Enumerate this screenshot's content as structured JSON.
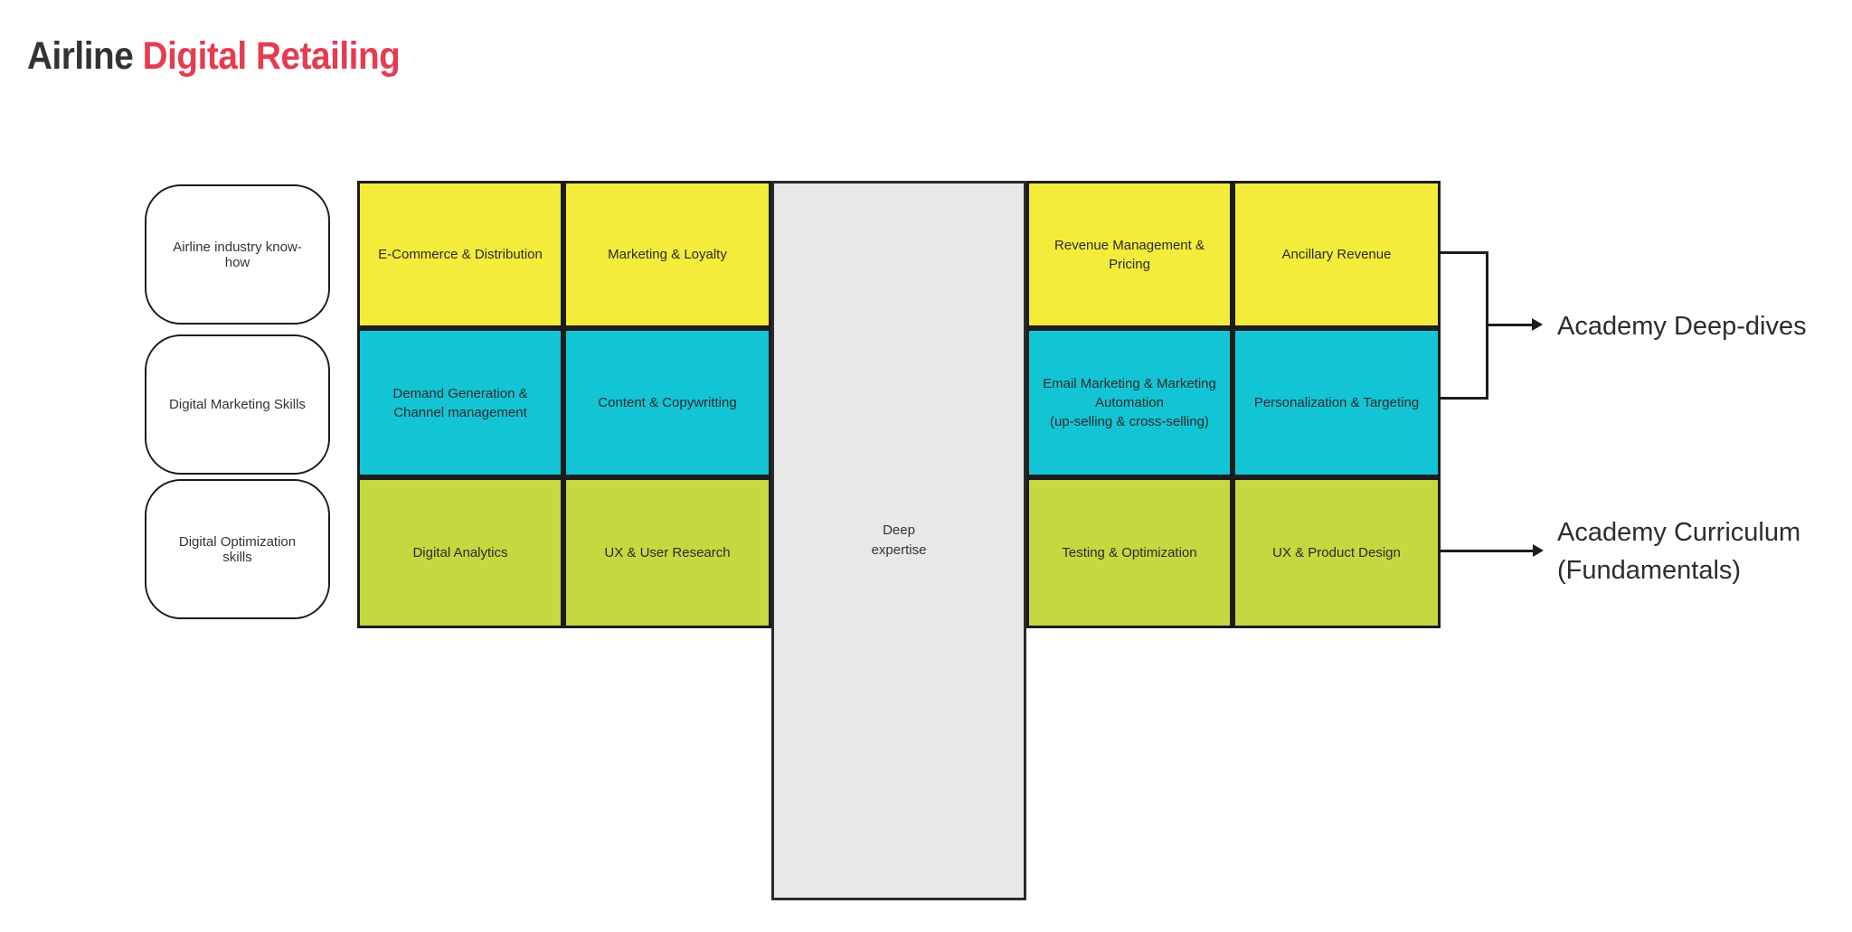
{
  "title": {
    "prefix": "Airline",
    "highlight": "Digital Retailing"
  },
  "colors": {
    "title_dark": "#333333",
    "title_accent": "#e43c50",
    "row_yellow": "#f4ec3b",
    "row_cyan": "#13c5d4",
    "row_green": "#c4d940",
    "center_gray": "#e8e8e8",
    "line_black": "#1c1c1c"
  },
  "matrix": {
    "rows": [
      {
        "category": "Airline industry know-how",
        "cells": [
          "E-Commerce & Distribution",
          "Marketing & Loyalty",
          "Revenue Management &\nPricing",
          "Ancillary Revenue"
        ]
      },
      {
        "category": "Digital Marketing Skills",
        "cells": [
          "Demand Generation &\nChannel management",
          "Content & Copywritting",
          "Email Marketing & Marketing\nAutomation\n(up-selling & cross-selling)",
          "Personalization & Targeting"
        ]
      },
      {
        "category": "Digital Optimization skills",
        "cells": [
          "Digital Analytics",
          "UX & User Research",
          "Testing & Optimization",
          "UX & Product Design"
        ]
      }
    ],
    "center_column": "Deep\nexpertise"
  },
  "annotations": {
    "deep_dives_label": "Academy Deep-dives",
    "curriculum_label": "Academy Curriculum\n(Fundamentals)"
  }
}
